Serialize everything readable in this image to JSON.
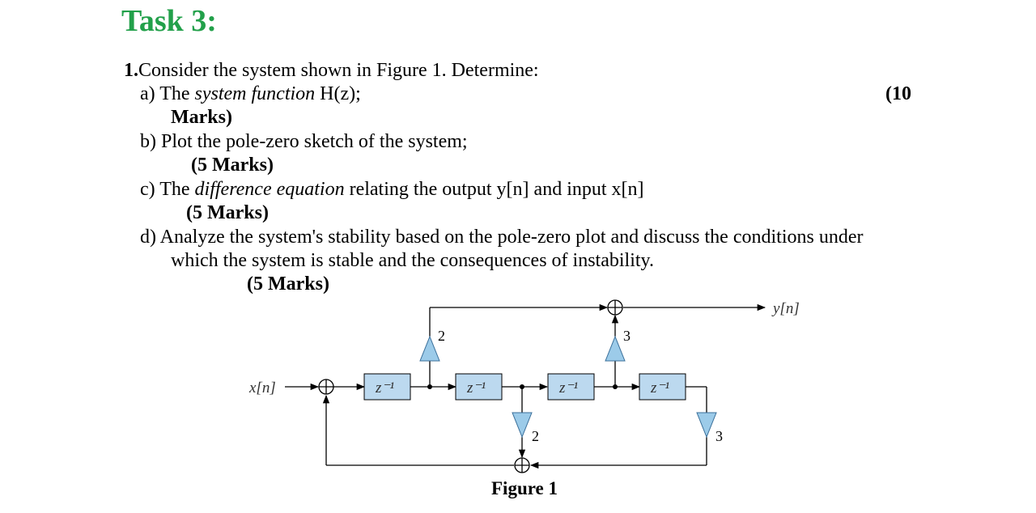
{
  "heading": "Task 3:",
  "question": {
    "number": "1.",
    "intro": "Consider the system shown in Figure 1. Determine:",
    "a": {
      "prefix": "a) The ",
      "italic": "system function",
      "suffix": " H(z);",
      "marks_part1": "(10",
      "marks_part2": "Marks)"
    },
    "b": {
      "text": "b) Plot the pole-zero sketch of the system;",
      "marks": "(5 Marks)"
    },
    "c": {
      "prefix": "c) The ",
      "italic": "difference equation",
      "suffix": " relating the output y[n] and input x[n]",
      "marks": "(5 Marks)"
    },
    "d": {
      "line1": "d) Analyze the system's stability based on the pole-zero plot and discuss the conditions under",
      "line2": "which the system is stable and the consequences of instability.",
      "marks": "(5 Marks)"
    }
  },
  "figure": {
    "caption": "Figure 1",
    "input_label": "x[n]",
    "output_label": "y[n]",
    "delay_label": "z⁻¹",
    "gains": {
      "feedforward_1": "2",
      "feedforward_2": "3",
      "feedback_1": "2",
      "feedback_2": "3"
    },
    "colors": {
      "delay_fill": "#bcd9ef",
      "gain_fill": "#9ccbe9"
    }
  }
}
